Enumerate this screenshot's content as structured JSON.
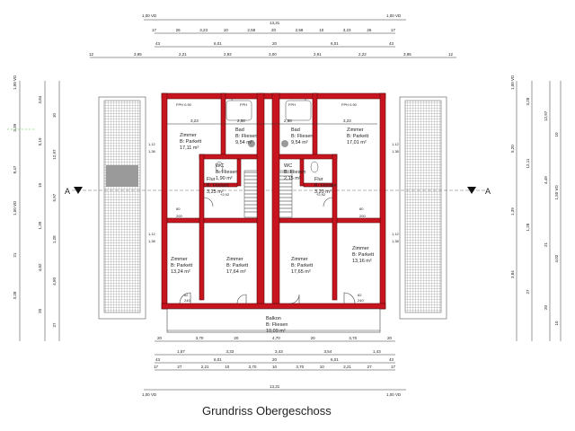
{
  "title": "Grundriss Obergeschoss",
  "top_dims": {
    "row1": {
      "left": "1,00 VD",
      "center": "13,31",
      "right": "1,00 VD"
    },
    "row2": [
      "17",
      "26",
      "3,23",
      "10",
      "2,58",
      "20",
      "2,58",
      "10",
      "3,23",
      "26",
      "17"
    ],
    "row3": [
      "43",
      "6,01",
      "20",
      "6,01",
      "43"
    ],
    "row4": [
      "12",
      "3,95",
      "2,21",
      "2,92",
      "3,00",
      "2,91",
      "2,22",
      "3,95",
      "12"
    ]
  },
  "bottom_dims": {
    "row1": [
      "20",
      "3,70",
      "20",
      "4,70",
      "20",
      "3,70",
      "20"
    ],
    "row2": [
      "1,57",
      "3,33",
      "3,43",
      "3,54",
      "1,43"
    ],
    "row3": [
      "43",
      "6,01",
      "20",
      "6,01",
      "43"
    ],
    "row4": [
      "17",
      "27",
      "2,21",
      "10",
      "3,70",
      "10",
      "3,70",
      "10",
      "2,21",
      "27",
      "17"
    ],
    "row5": {
      "left": "1,00 VD",
      "center": "13,31",
      "right": "1,00 VD"
    }
  },
  "left_dims": [
    "1,00 VD",
    "3,84",
    "10",
    "2,39",
    "5,19",
    "12,97",
    "8,47",
    "10",
    "5,97",
    "1,50 VD",
    "1,39",
    "1,28",
    "21",
    "4,02",
    "4,50",
    "3,28",
    "20",
    "27"
  ],
  "right_dims": [
    "1,00 VD",
    "3,28",
    "12,97",
    "10",
    "5,20",
    "12,11",
    "4,49",
    "1,50 VD",
    "1,39",
    "1,28",
    "21",
    "4,02",
    "3,84",
    "27",
    "20",
    "10"
  ],
  "section_marker": "A",
  "rooms": [
    {
      "name": "Zimmer",
      "floor": "B: Parkett",
      "area": "17,11 m²"
    },
    {
      "name": "Bad",
      "floor": "B: Fliesen",
      "area": "9,54 m²"
    },
    {
      "name": "Bad",
      "floor": "B: Fliesen",
      "area": "9,54 m²"
    },
    {
      "name": "Zimmer",
      "floor": "B: Parkett",
      "area": "17,01 m²"
    },
    {
      "name": "WC",
      "floor": "B: Fliesen",
      "area": "1,90 m²"
    },
    {
      "name": "WC",
      "floor": "B: Fliesen",
      "area": "2,15 m²"
    },
    {
      "name": "Flur",
      "floor": "B: Fliesen",
      "area": "3,25 m²"
    },
    {
      "name": "Flur",
      "floor": "B: Fliesen",
      "area": "3,20 m²"
    },
    {
      "name": "Zimmer",
      "floor": "B: Parkett",
      "area": "13,24 m²"
    },
    {
      "name": "Zimmer",
      "floor": "B: Parkett",
      "area": "17,64 m²"
    },
    {
      "name": "Zimmer",
      "floor": "B: Parkett",
      "area": "17,65 m²"
    },
    {
      "name": "Zimmer",
      "floor": "B: Parkett",
      "area": "13,16 m²"
    },
    {
      "name": "Balkon",
      "floor": "B: Fliesen",
      "area": "10,09 m²"
    }
  ],
  "window_labels": {
    "fph_a": "FPH 0,90",
    "fph_b": "FPH",
    "fph_c": "FPH",
    "fph_d": "FPH 0,90",
    "w_a": "1,12",
    "w_b": "1,38",
    "w_c": "1,12",
    "w_d": "1,38",
    "w_e": "1,12",
    "w_f": "1,38",
    "w_g": "1,12",
    "w_h": "1,38",
    "d80": "80",
    "d200": "200",
    "d62": "62",
    "d240": "240",
    "lvl": "+2,92"
  },
  "inner_dims": {
    "a": "3,23",
    "b": "2,58",
    "c": "2,58",
    "d": "3,23"
  }
}
